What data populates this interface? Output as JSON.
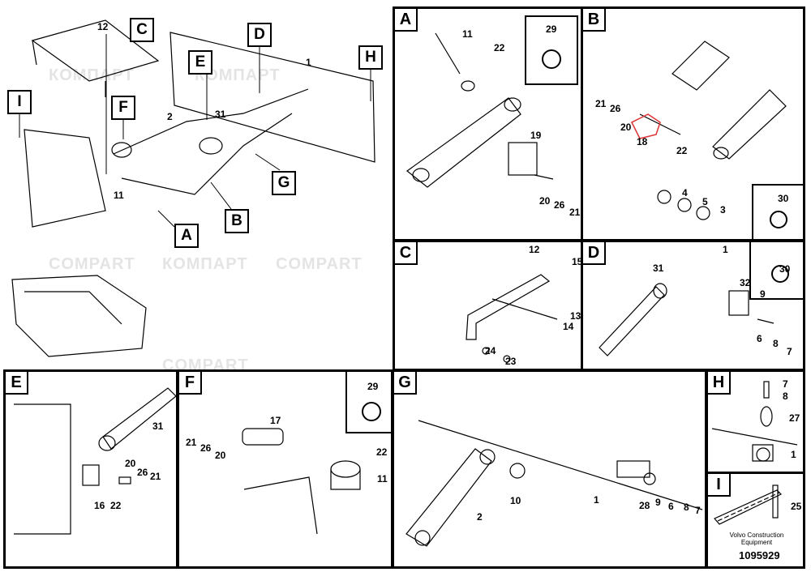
{
  "watermarks": [
    "COMPART",
    "КОМПАРТ"
  ],
  "overview": {
    "letters": [
      "C",
      "D",
      "E",
      "H",
      "I",
      "F",
      "G",
      "A",
      "B"
    ],
    "callouts": [
      "12",
      "1",
      "2",
      "31",
      "11"
    ]
  },
  "panels": {
    "A": {
      "tag": "A",
      "callouts": [
        "11",
        "22",
        "29",
        "19",
        "20",
        "26",
        "21"
      ]
    },
    "B": {
      "tag": "B",
      "callouts": [
        "21",
        "26",
        "20",
        "18",
        "22",
        "4",
        "5",
        "3",
        "30"
      ]
    },
    "C": {
      "tag": "C",
      "callouts": [
        "12",
        "15",
        "13",
        "14",
        "24",
        "23"
      ]
    },
    "D": {
      "tag": "D",
      "callouts": [
        "1",
        "31",
        "32",
        "9",
        "6",
        "8",
        "7",
        "30"
      ]
    },
    "E": {
      "tag": "E",
      "callouts": [
        "31",
        "20",
        "26",
        "21",
        "16",
        "22"
      ]
    },
    "F": {
      "tag": "F",
      "callouts": [
        "17",
        "21",
        "26",
        "20",
        "29",
        "22",
        "11"
      ]
    },
    "G": {
      "tag": "G",
      "callouts": [
        "2",
        "10",
        "1",
        "28",
        "9",
        "6",
        "8",
        "7"
      ]
    },
    "H": {
      "tag": "H",
      "callouts": [
        "7",
        "8",
        "27",
        "1"
      ]
    },
    "I": {
      "tag": "I",
      "callouts": [
        "25"
      ]
    }
  },
  "footer": {
    "brand": "Volvo Construction Equipment",
    "code": "1095929"
  }
}
